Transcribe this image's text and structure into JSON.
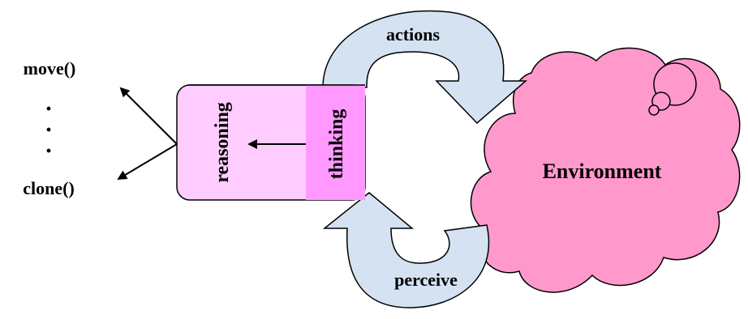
{
  "colors": {
    "cloud_fill": "#ff99cc",
    "agent_fill": "#ffccff",
    "thinking_fill": "#ff99ff",
    "cycle_arrow_fill": "#d4e2f2",
    "stroke": "#000000"
  },
  "outputs": {
    "move": "move()",
    "ellipsis_dots": [
      "·",
      "·",
      "·"
    ],
    "clone": "clone()"
  },
  "agent": {
    "reasoning": "reasoning",
    "thinking": "thinking"
  },
  "cycle": {
    "actions": "actions",
    "perceive": "perceive"
  },
  "environment": {
    "label": "Environment"
  }
}
